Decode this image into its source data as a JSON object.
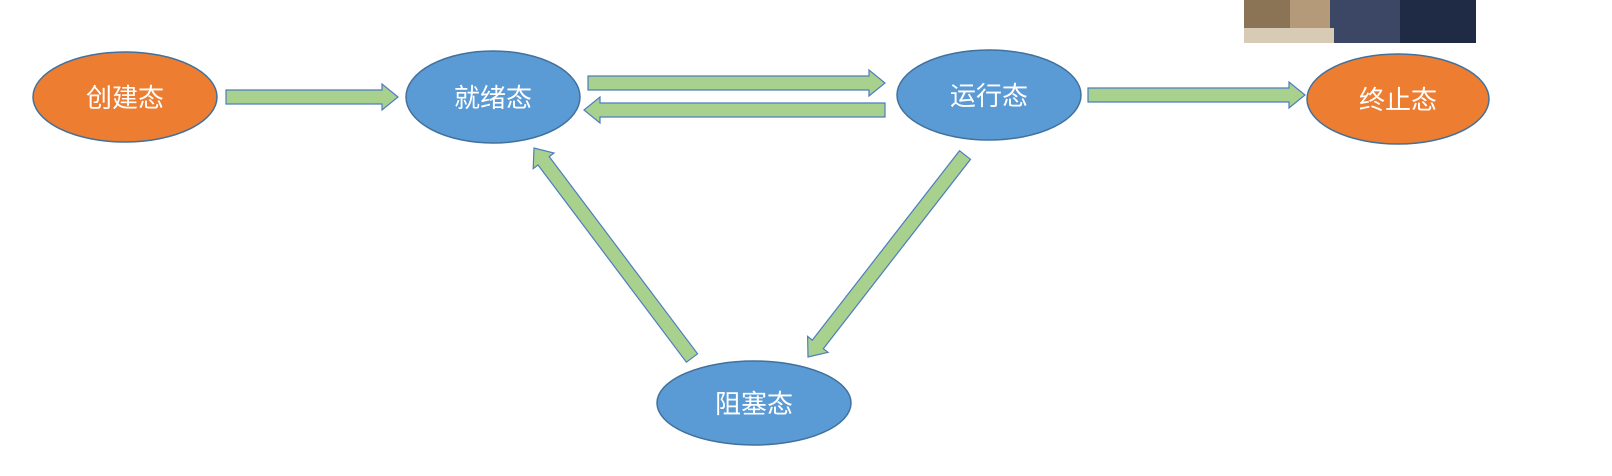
{
  "diagram": {
    "nodes": {
      "created": {
        "label": "创建态",
        "color": "#ED7D31"
      },
      "ready": {
        "label": "就绪态",
        "color": "#5B9BD5"
      },
      "running": {
        "label": "运行态",
        "color": "#5B9BD5"
      },
      "terminated": {
        "label": "终止态",
        "color": "#ED7D31"
      },
      "blocked": {
        "label": "阻塞态",
        "color": "#5B9BD5"
      }
    },
    "edges": [
      {
        "from": "created",
        "to": "ready"
      },
      {
        "from": "ready",
        "to": "running"
      },
      {
        "from": "running",
        "to": "ready"
      },
      {
        "from": "running",
        "to": "terminated"
      },
      {
        "from": "running",
        "to": "blocked"
      },
      {
        "from": "blocked",
        "to": "ready"
      }
    ],
    "colors": {
      "node_stroke": "#41719C",
      "arrow_fill": "#A9D18E",
      "arrow_stroke": "#4E7CC0"
    }
  }
}
